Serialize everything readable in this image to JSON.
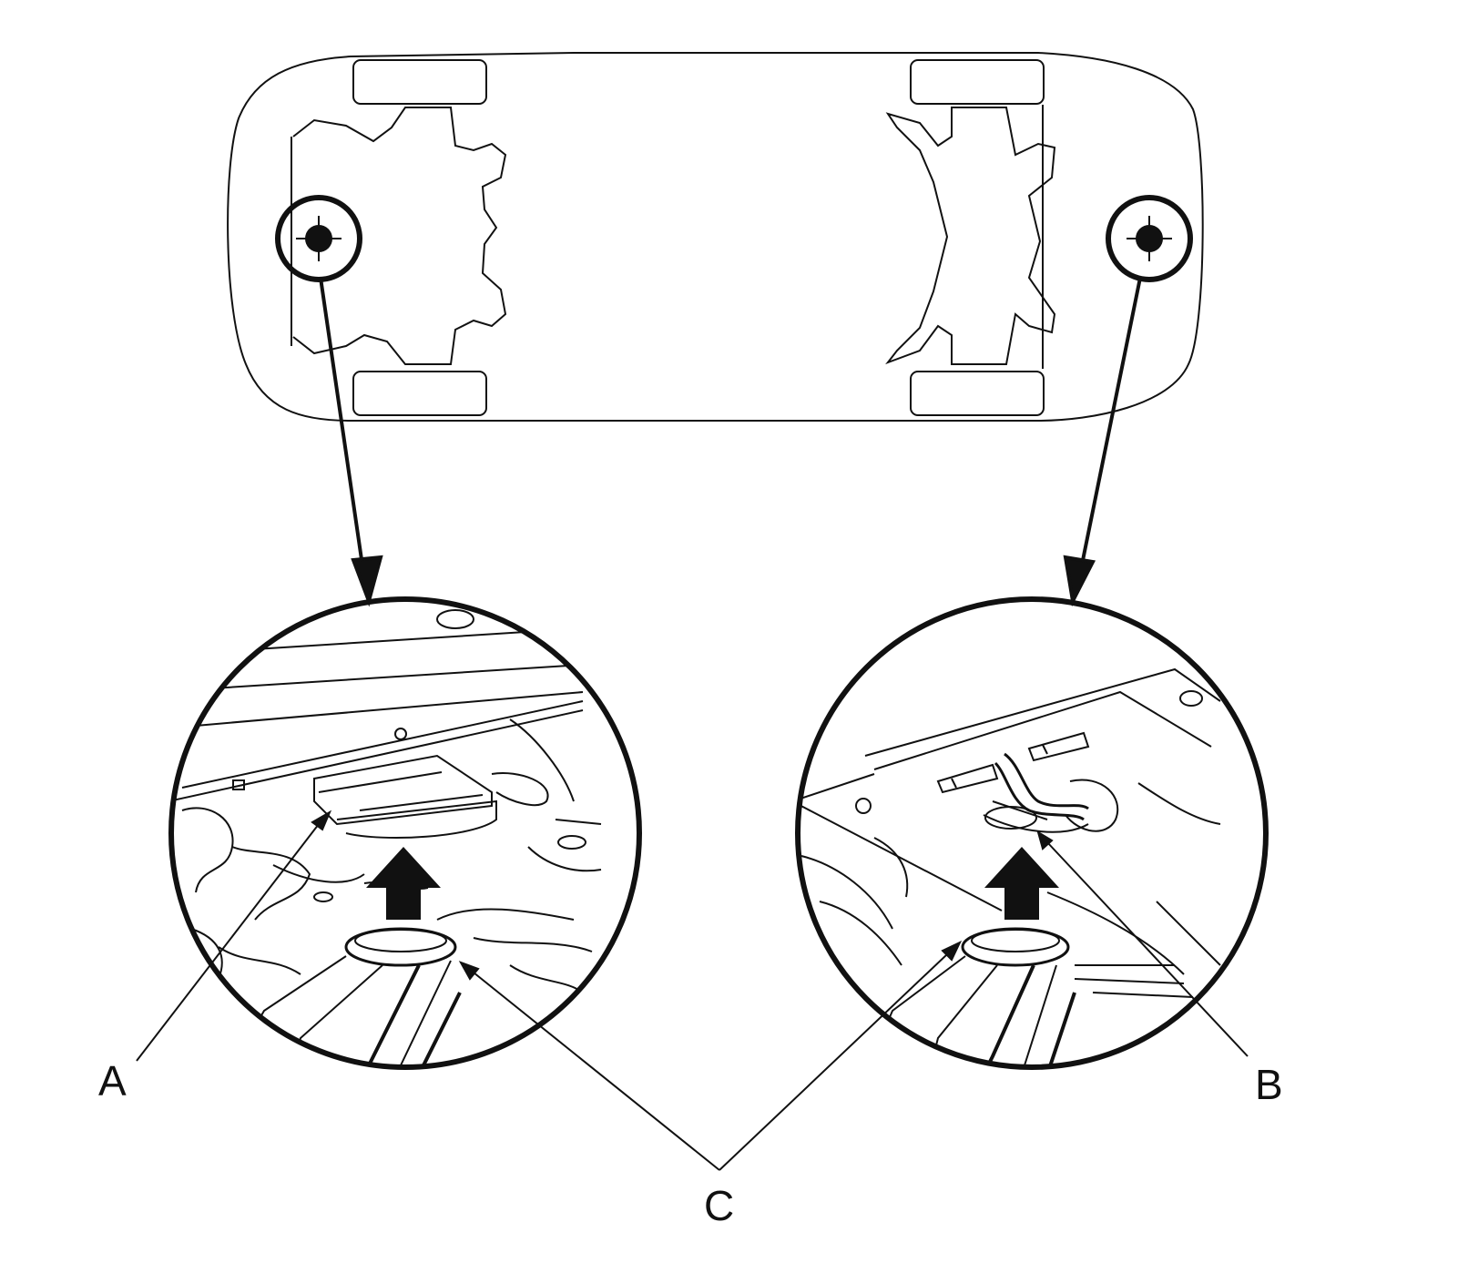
{
  "labels": {
    "a": "A",
    "b": "B",
    "c": "C"
  },
  "colors": {
    "ink": "#111111",
    "background": "#ffffff"
  },
  "icons": {
    "lift_point_marker": "crosshair-circle-icon",
    "lift_direction": "up-arrow-icon"
  }
}
